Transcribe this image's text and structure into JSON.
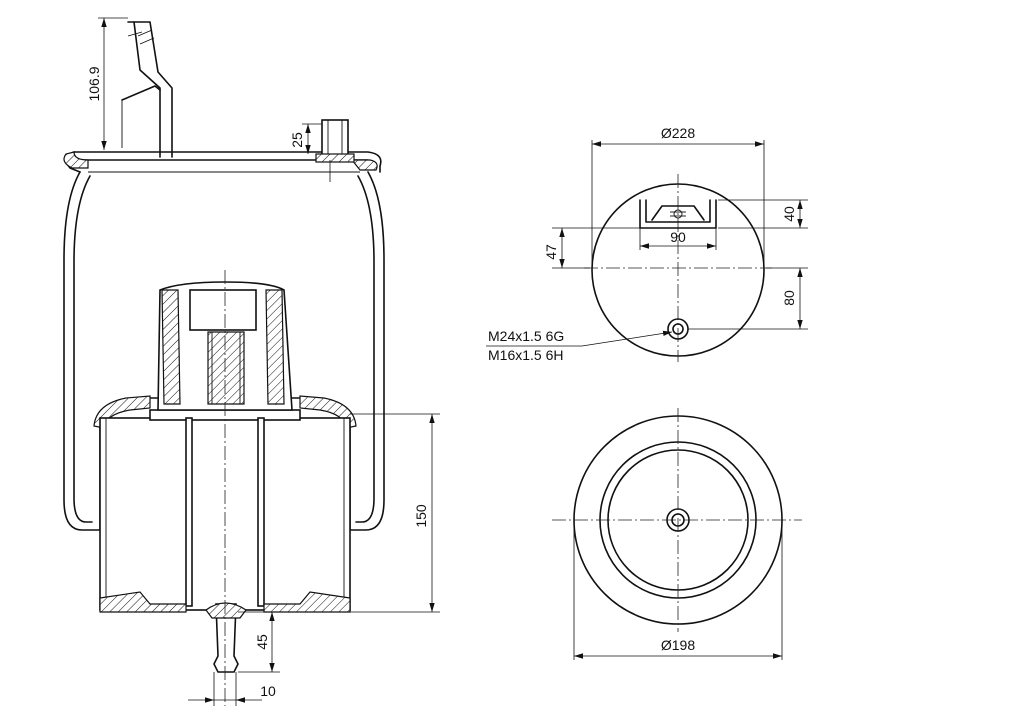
{
  "dimensions": {
    "top_mount_height": "106.9",
    "stud_height": "25",
    "piston_height": "150",
    "stem_length": "45",
    "stem_diameter": "10",
    "top_plate_diameter": "Ø228",
    "bracket_depth": "40",
    "bracket_width": "90",
    "bracket_offset": "47",
    "port_offset": "80",
    "bottom_diameter": "Ø198"
  },
  "thread_labels": {
    "primary": "M24x1.5 6G",
    "secondary": "M16x1.5 6H"
  },
  "colors": {
    "line": "#111111",
    "background": "#ffffff"
  }
}
